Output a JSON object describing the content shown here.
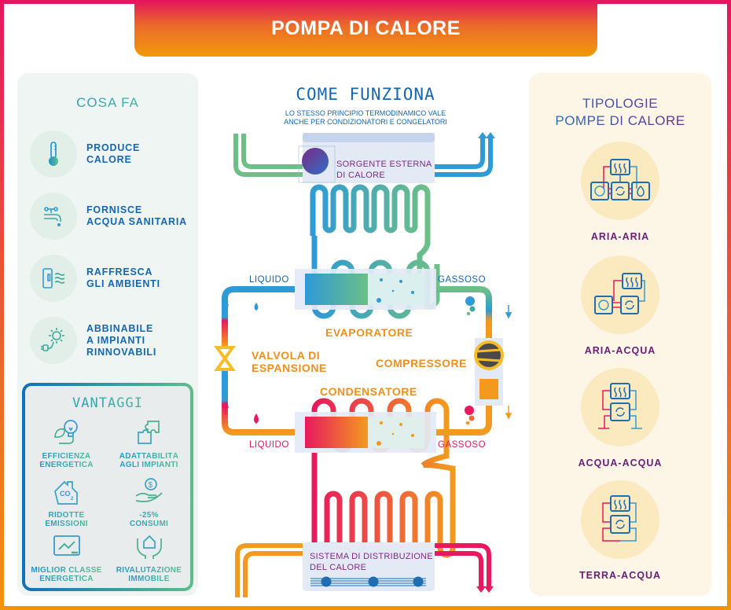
{
  "header": {
    "title": "POMPA DI CALORE"
  },
  "cosa_fa": {
    "title": "COSA FA",
    "items": [
      {
        "icon": "thermometer-icon",
        "line1": "PRODUCE",
        "line2": "CALORE"
      },
      {
        "icon": "faucet-icon",
        "line1": "FORNISCE",
        "line2": "ACQUA SANITARIA"
      },
      {
        "icon": "air-cooling-icon",
        "line1": "RAFFRESCA",
        "line2": "GLI AMBIENTI"
      },
      {
        "icon": "solar-plug-icon",
        "line1": "ABBINABILE",
        "line2": "A IMPIANTI",
        "line3": "RINNOVABILI"
      }
    ]
  },
  "vantaggi": {
    "title": "VANTAGGI",
    "items": [
      {
        "icon": "leaf-bulb-icon",
        "line1": "EFFICIENZA",
        "line2": "ENERGETICA"
      },
      {
        "icon": "puzzle-icon",
        "line1": "ADATTABILITÀ",
        "line2": "AGLI IMPIANTI"
      },
      {
        "icon": "co2-house-icon",
        "line1": "RIDOTTE",
        "line2": "EMISSIONI"
      },
      {
        "icon": "coin-hand-icon",
        "line1": "-25%",
        "line2": "CONSUMI"
      },
      {
        "icon": "chart-screen-icon",
        "line1": "MIGLIOR CLASSE",
        "line2": "ENERGETICA"
      },
      {
        "icon": "hands-house-icon",
        "line1": "RIVALUTAZIONE",
        "line2": "IMMOBILE"
      }
    ]
  },
  "come_funziona": {
    "title": "COME FUNZIONA",
    "subtitle_line1": "LO STESSO PRINCIPIO TERMODINAMICO VALE",
    "subtitle_line2": "ANCHE PER CONDIZIONATORI E CONGELATORI",
    "source_line1": "SORGENTE ESTERNA",
    "source_line2": "DI CALORE",
    "evaporatore": "EVAPORATORE",
    "condensatore": "CONDENSATORE",
    "compressore": "COMPRESSORE",
    "valvola_line1": "VALVOLA DI",
    "valvola_line2": "ESPANSIONE",
    "liquido_top": "LIQUIDO",
    "gassoso_top": "GASSOSO",
    "liquido_bottom": "LIQUIDO",
    "gassoso_bottom": "GASSOSO",
    "distribution_line1": "SISTEMA DI DISTRIBUZIONE",
    "distribution_line2": "DEL CALORE",
    "colors": {
      "cold": "#2e9ad6",
      "cool": "#6cbf86",
      "hot": "#e8195e",
      "warm": "#f29a1e",
      "valve": "#f6bd2a"
    }
  },
  "tipologie": {
    "title_line1": "TIPOLOGIE",
    "title_line2": "POMPE DI CALORE",
    "types": [
      {
        "name": "ARIA-ARIA",
        "icon": "aria-aria-icon"
      },
      {
        "name": "ARIA-ACQUA",
        "icon": "aria-acqua-icon"
      },
      {
        "name": "ACQUA-ACQUA",
        "icon": "acqua-acqua-icon"
      },
      {
        "name": "TERRA-ACQUA",
        "icon": "terra-acqua-icon"
      }
    ]
  }
}
